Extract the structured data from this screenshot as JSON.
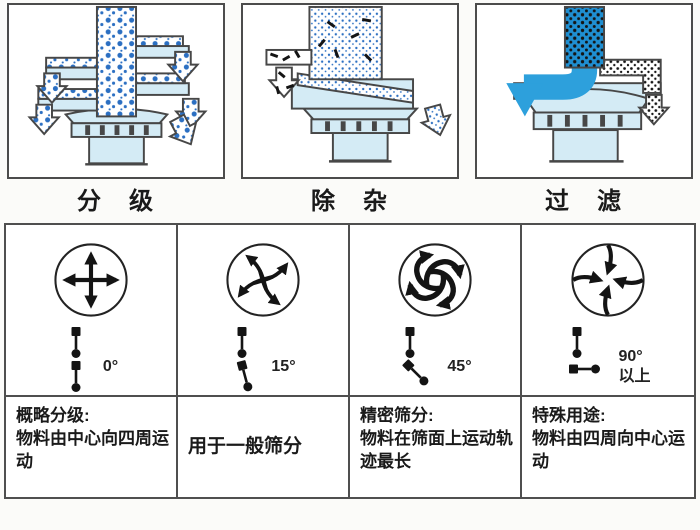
{
  "colors": {
    "page": "#fbfbf9",
    "box-border": "#4c4c4c",
    "border": "#4f4f4f",
    "outline": "#474747",
    "machine": "#d4ebf5",
    "particle": "#2b6fc2",
    "liquid": "#2da0dc",
    "liquid-deep": "#1f8fd2",
    "impurity": "#141414",
    "text": "#1a1a1a"
  },
  "process_diagrams": [
    {
      "id": "classification",
      "label": "分　级"
    },
    {
      "id": "impurity-removal",
      "label": "除　杂"
    },
    {
      "id": "filtration",
      "label": "过　滤"
    }
  ],
  "motion_table": {
    "columns": [
      {
        "angle": "0°",
        "motion_icon": "cross-outward-arrows",
        "weights_icon": "eccentric-weights-0deg",
        "title": "概略分级:",
        "body": "物料由中心向四周运动"
      },
      {
        "angle": "15°",
        "motion_icon": "gentle-swirl-arrows",
        "weights_icon": "eccentric-weights-15deg",
        "title": "",
        "body": "用于一般筛分"
      },
      {
        "angle": "45°",
        "motion_icon": "strong-swirl-arrows",
        "weights_icon": "eccentric-weights-45deg",
        "title": "精密筛分:",
        "body": "物料在筛面上运动轨迹最长"
      },
      {
        "angle": "90°\n以上",
        "motion_icon": "inward-swirl-arrows",
        "weights_icon": "eccentric-weights-90deg",
        "title": "特殊用途:",
        "body": "物料由四周向中心运动"
      }
    ]
  }
}
